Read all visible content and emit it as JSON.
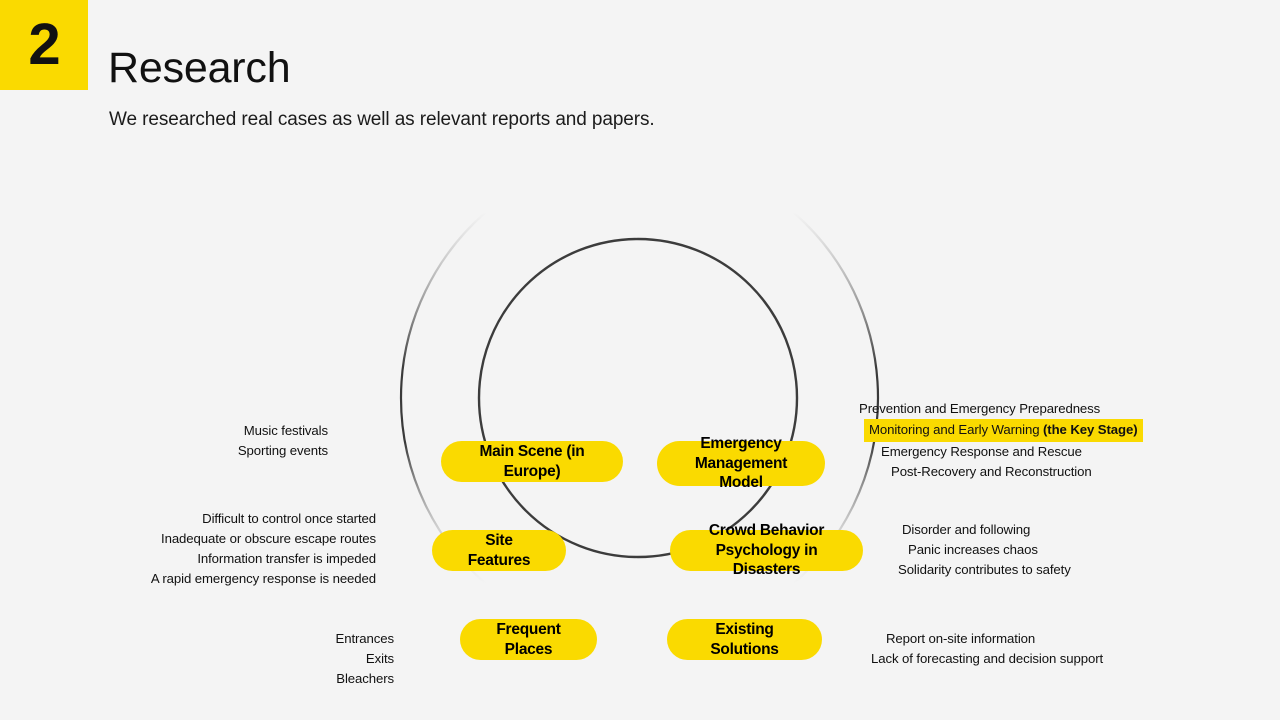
{
  "header": {
    "number": "2",
    "title": "Research",
    "subtitle": "We researched real cases as well as relevant reports and papers."
  },
  "diagram": {
    "type": "venn-style concept map",
    "nodes": [
      {
        "id": "main-scene",
        "label": "Main Scene (in Europe)",
        "side": "left"
      },
      {
        "id": "emergency",
        "label": "Emergency\nManagement Model",
        "side": "right"
      },
      {
        "id": "site",
        "label": "Site Features",
        "side": "left"
      },
      {
        "id": "crowd",
        "label": "Crowd Behavior\nPsychology in Disasters",
        "side": "right"
      },
      {
        "id": "frequent",
        "label": "Frequent Places",
        "side": "left"
      },
      {
        "id": "existing",
        "label": "Existing Solutions",
        "side": "right"
      }
    ],
    "annotations": {
      "music_festivals": {
        "lines": [
          "Music festivals",
          "Sporting events"
        ]
      },
      "difficulties": {
        "lines": [
          "Difficult to control  once started",
          "Inadequate or obscure escape routes",
          "Information transfer is impeded",
          "A rapid emergency response is needed"
        ]
      },
      "places": {
        "lines": [
          "Entrances",
          "Exits",
          "Bleachers"
        ]
      },
      "prevention": {
        "line1": "Prevention and Emergency Preparedness",
        "highlight_text": "Monitoring and Early Warning ",
        "highlight_bold": "(the Key Stage)",
        "line3": "Emergency Response and Rescue",
        "line4": "Post-Recovery and Reconstruction"
      },
      "disorder": {
        "lines": [
          "Disorder and following",
          "Panic increases chaos",
          "Solidarity contributes to safety"
        ]
      },
      "report": {
        "lines": [
          "Report on-site information",
          "Lack of forecasting and decision support"
        ]
      }
    }
  },
  "colors": {
    "accent_yellow": "#fada00",
    "background": "#f4f4f4",
    "ink": "#111111",
    "ring_dark": "#3a3a3a"
  }
}
